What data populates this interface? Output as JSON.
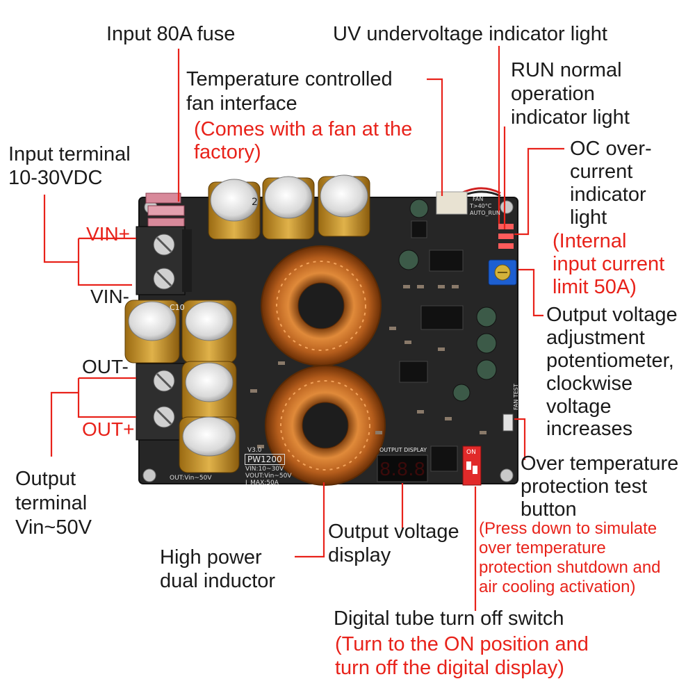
{
  "labels": {
    "fuse": "Input 80A fuse",
    "uv": "UV undervoltage indicator light",
    "fan": [
      "Temperature controlled",
      "fan interface"
    ],
    "fan_note": [
      "(Comes with a fan at the",
      "factory)"
    ],
    "run": [
      "RUN normal",
      "operation",
      "indicator light"
    ],
    "input_terminal": [
      "Input terminal",
      "10-30VDC"
    ],
    "oc": [
      "OC over-",
      "current",
      "indicator",
      "light"
    ],
    "oc_note": [
      "(Internal",
      "input current",
      "limit 50A)"
    ],
    "vin_plus": "VIN+",
    "vin_minus": "VIN-",
    "pot": [
      "Output voltage",
      "adjustment",
      "potentiometer,",
      "clockwise",
      "voltage",
      "increases"
    ],
    "out_minus": "OUT-",
    "out_plus": "OUT+",
    "ot": [
      "Over temperature",
      "protection test",
      "button"
    ],
    "ot_note": [
      "(Press down to simulate",
      "over temperature",
      "protection shutdown and",
      "air cooling activation)"
    ],
    "output_terminal": [
      "Output",
      "terminal",
      "Vin~50V"
    ],
    "display": [
      "Output voltage",
      "display"
    ],
    "inductor": [
      "High power",
      "dual inductor"
    ],
    "switch": "Digital tube turn off switch",
    "switch_note": [
      "(Turn to the ON position and",
      "turn off the digital display)"
    ]
  },
  "board": {
    "model": "PW1200",
    "version": "V3.0",
    "spec_lines": [
      "VIN:10~30V",
      "VOUT:Vin~50V",
      "I_MAX:50A"
    ],
    "out_label": "OUT:Vin~50V",
    "output_display": "OUTPUT DISPLAY",
    "fan_marking": [
      "FAN",
      "T>40°C",
      "AUTO_RUN"
    ],
    "fan_test": "FAN TEST",
    "switch_on": "ON",
    "cap_mark": "C10",
    "cap_top_mark": "2"
  },
  "colors": {
    "pcb": "#232323",
    "copper": "#c9742c",
    "label_red": "#e8221a",
    "capacitor_gold": "#d9a93a",
    "fuse_pink": "#d8899a",
    "pot_blue": "#1d5fd1"
  }
}
